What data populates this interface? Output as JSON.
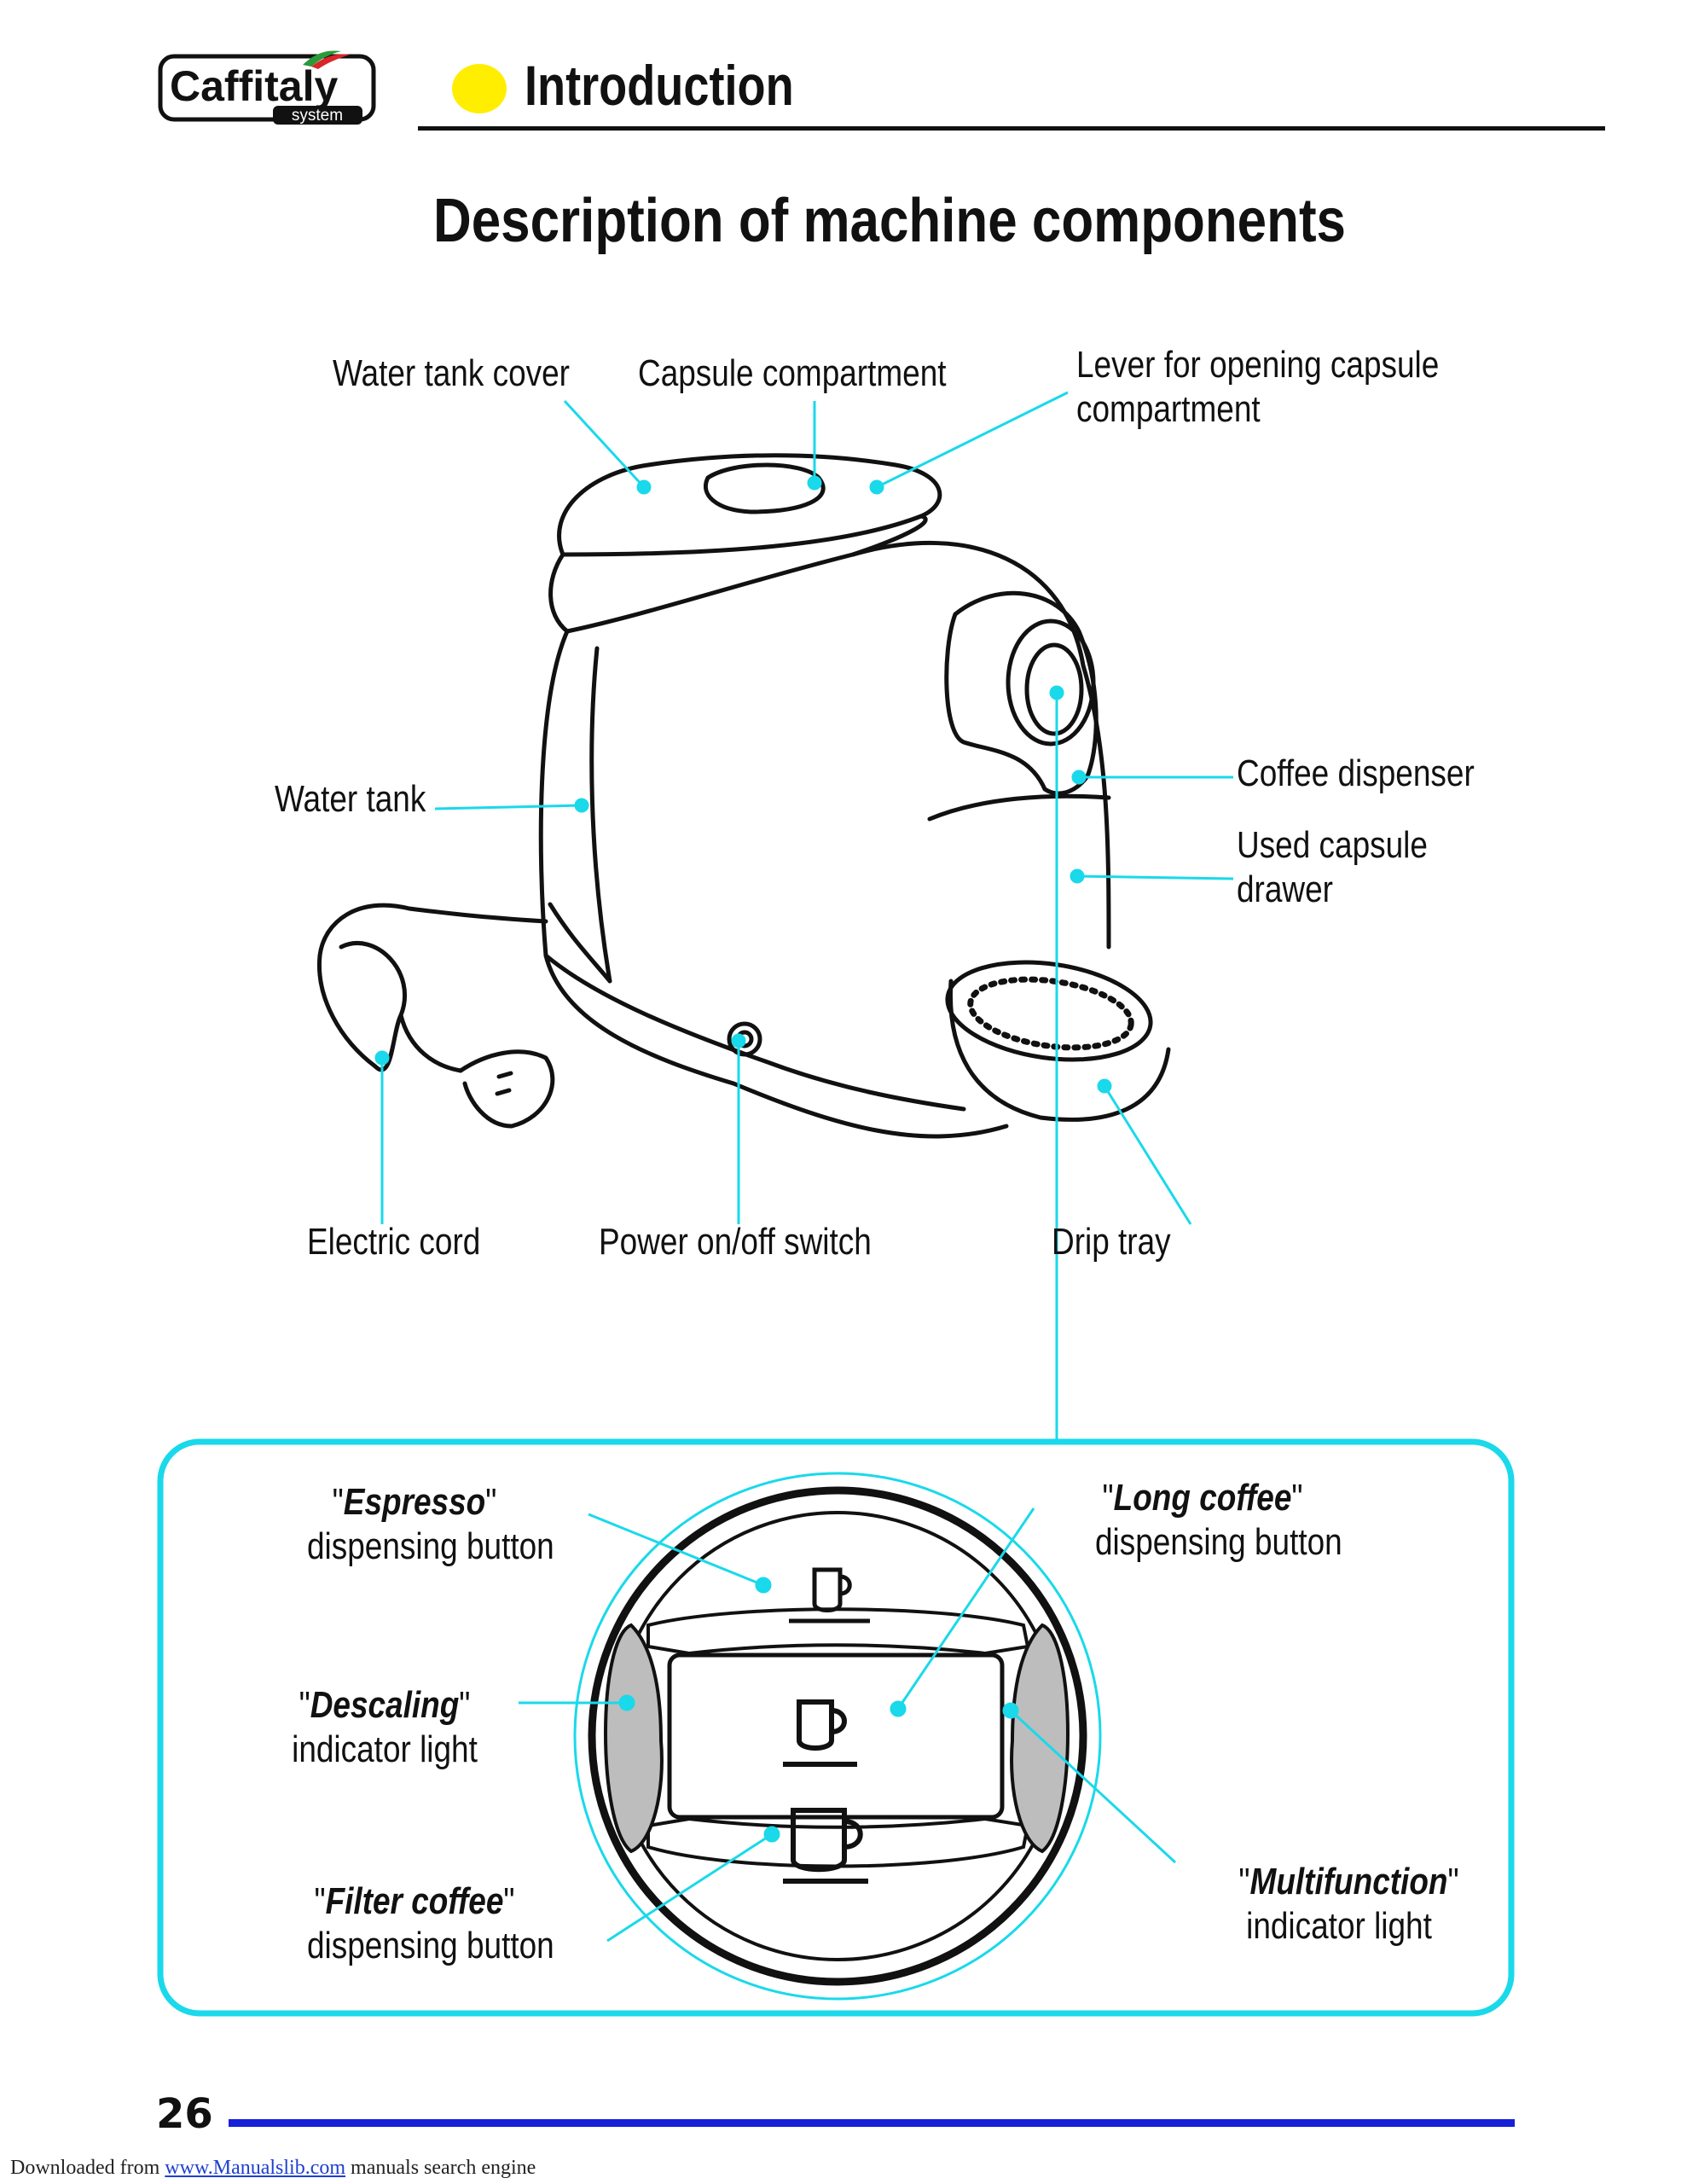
{
  "header": {
    "brand": "Caffitaly",
    "brand_sub": "system",
    "section": "Introduction"
  },
  "heading": "Description of machine components",
  "labels": {
    "water_tank_cover": "Water tank cover",
    "capsule_compartment": "Capsule compartment",
    "lever_line1": "Lever for opening capsule",
    "lever_line2": "compartment",
    "water_tank": "Water tank",
    "coffee_dispenser": "Coffee dispenser",
    "used_capsule_line1": "Used capsule",
    "used_capsule_line2": "drawer",
    "electric_cord": "Electric cord",
    "power_switch": "Power on/off switch",
    "drip_tray": "Drip tray"
  },
  "panel_labels": {
    "espresso_name": "Espresso",
    "espresso_desc": "dispensing button",
    "descaling_name": "Descaling",
    "descaling_desc": "indicator light",
    "filter_name": "Filter coffee",
    "filter_desc": "dispensing button",
    "long_name": "Long coffee",
    "long_desc": "dispensing button",
    "multi_name": "Multifunction",
    "multi_desc": "indicator light"
  },
  "colors": {
    "callout_line": "#19d9ea",
    "section_dot": "#ffee00",
    "footer_rule": "#1520d8",
    "indicator_fill": "#bdbdbd"
  },
  "footer": {
    "page_number": "26",
    "downloaded_prefix": "Downloaded from",
    "site_link": "www.Manualslib.com",
    "downloaded_suffix": "manuals search engine"
  }
}
